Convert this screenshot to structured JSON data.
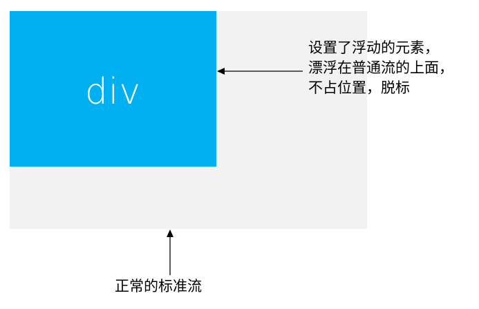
{
  "normal_flow": {
    "label": "正常的标准流",
    "background_color": "#f2f2f2"
  },
  "float_div": {
    "label": "div",
    "background_color": "#00b0f0",
    "text_color": "#ffffff"
  },
  "float_annotation": {
    "lines": [
      "设置了浮动的元素，",
      "漂浮在普通流的上面，",
      "不占位置，脱标"
    ]
  }
}
